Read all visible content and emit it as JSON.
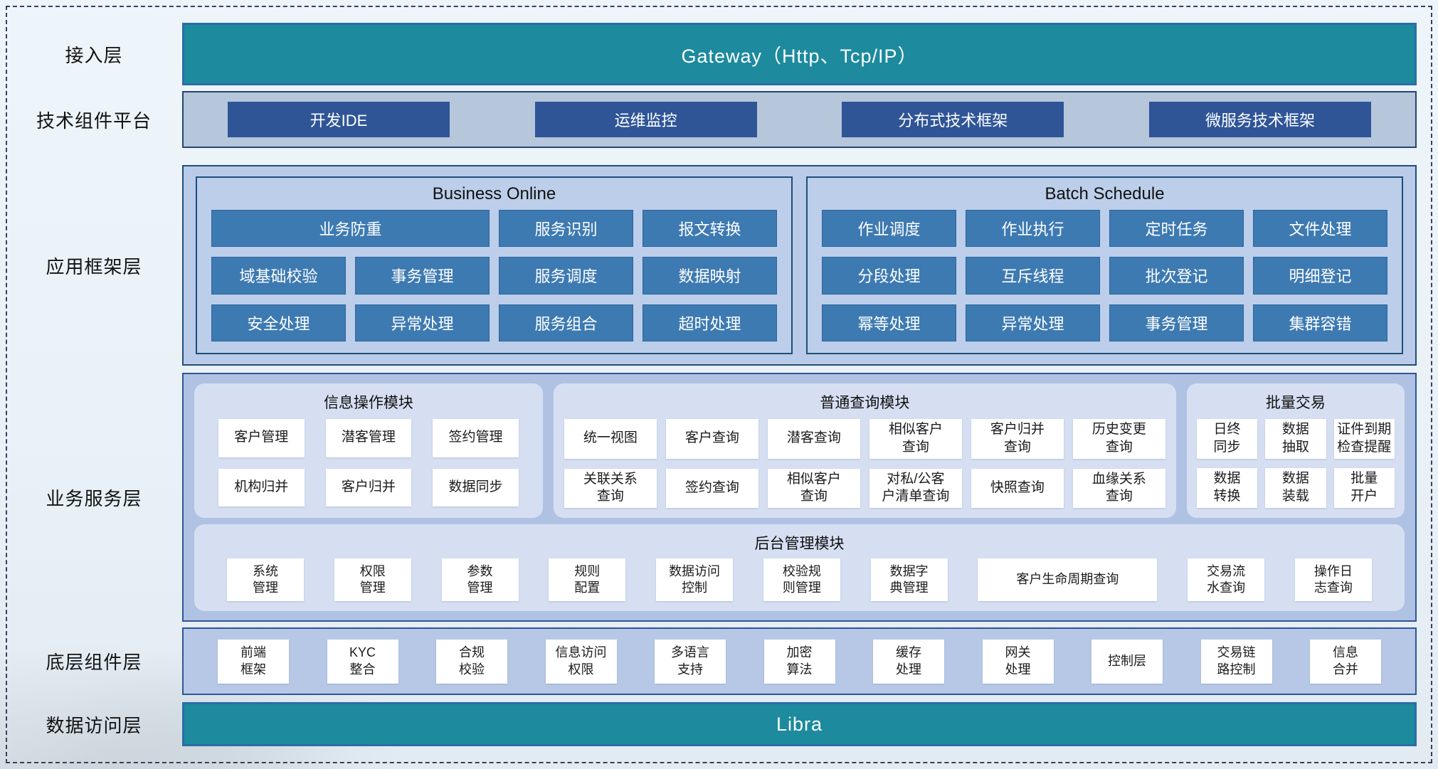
{
  "colors": {
    "teal_bar": "#1d8a9e",
    "navy_button": "#2f5597",
    "steel_button": "#3d7ab2",
    "layer_fill": "#b9cbe8",
    "module_panel_fill": "#d6dff2",
    "border_navy": "#1f4e79"
  },
  "access_layer": {
    "label": "接入层",
    "title": "Gateway（Http、Tcp/IP）"
  },
  "tech_platform": {
    "label": "技术组件平台",
    "items": [
      "开发IDE",
      "运维监控",
      "分布式技术框架",
      "微服务技术框架"
    ]
  },
  "app_framework": {
    "label": "应用框架层",
    "panels": [
      {
        "title": "Business Online",
        "rows": [
          [
            "业务防重",
            "服务识别",
            "报文转换"
          ],
          [
            "域基础校验",
            "事务管理",
            "服务调度",
            "数据映射"
          ],
          [
            "安全处理",
            "异常处理",
            "服务组合",
            "超时处理"
          ]
        ]
      },
      {
        "title": "Batch Schedule",
        "rows": [
          [
            "作业调度",
            "作业执行",
            "定时任务",
            "文件处理"
          ],
          [
            "分段处理",
            "互斥线程",
            "批次登记",
            "明细登记"
          ],
          [
            "幂等处理",
            "异常处理",
            "事务管理",
            "集群容错"
          ]
        ]
      }
    ]
  },
  "business_service": {
    "label": "业务服务层",
    "modules": [
      {
        "title": "信息操作模块",
        "rows": [
          [
            "客户管理",
            "潜客管理",
            "签约管理"
          ],
          [
            "机构归并",
            "客户归并",
            "数据同步"
          ]
        ]
      },
      {
        "title": "普通查询模块",
        "rows": [
          [
            "统一视图",
            "客户查询",
            "潜客查询",
            "相似客户\n查询",
            "客户归并\n查询",
            "历史变更\n查询"
          ],
          [
            "关联关系\n查询",
            "签约查询",
            "相似客户\n查询",
            "对私/公客\n户清单查询",
            "快照查询",
            "血缘关系\n查询"
          ]
        ]
      },
      {
        "title": "批量交易",
        "rows": [
          [
            "日终\n同步",
            "数据\n抽取",
            "证件到期\n检查提醒"
          ],
          [
            "数据\n转换",
            "数据\n装载",
            "批量\n开户"
          ]
        ]
      }
    ],
    "admin_module": {
      "title": "后台管理模块",
      "items": [
        "系统\n管理",
        "权限\n管理",
        "参数\n管理",
        "规则\n配置",
        "数据访问\n控制",
        "校验规\n则管理",
        "数据字\n典管理",
        "客户生命周期查询",
        "交易流\n水查询",
        "操作日\n志查询"
      ]
    }
  },
  "bottom_components": {
    "label": "底层组件层",
    "items": [
      "前端\n框架",
      "KYC\n整合",
      "合规\n校验",
      "信息访问\n权限",
      "多语言\n支持",
      "加密\n算法",
      "缓存\n处理",
      "网关\n处理",
      "控制层",
      "交易链\n路控制",
      "信息\n合并"
    ]
  },
  "data_access": {
    "label": "数据访问层",
    "title": "Libra"
  }
}
